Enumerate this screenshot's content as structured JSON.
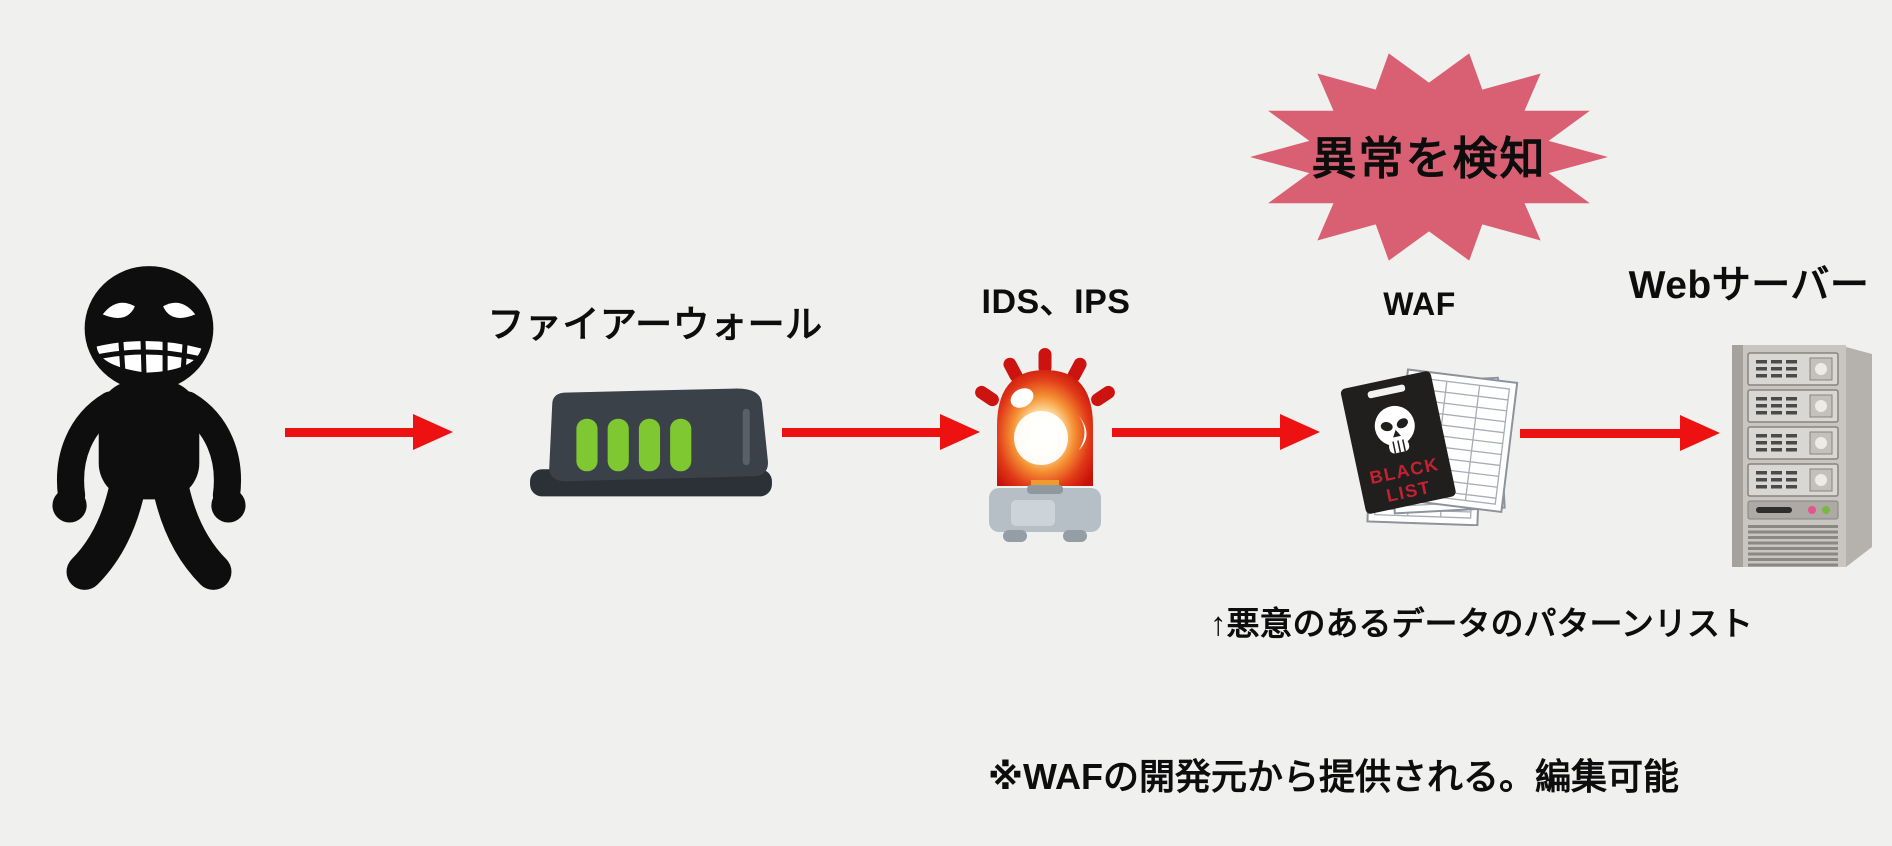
{
  "diagram": {
    "attacker": {
      "description": "attacker-silhouette"
    },
    "firewall": {
      "label": "ファイアーウォール"
    },
    "ids_ips": {
      "label": "IDS、IPS"
    },
    "waf": {
      "label": "WAF",
      "blacklist": {
        "line1": "BLACK",
        "line2": "LIST"
      }
    },
    "web_server": {
      "label": "Webサーバー"
    },
    "alert_burst": {
      "text": "異常を検知"
    },
    "captions": {
      "pattern_list": "↑悪意のあるデータのパターンリスト",
      "note": "※WAFの開発元から提供される。編集可能"
    },
    "colors": {
      "arrow": "#ee1111",
      "burst": "#d95f73",
      "background": "#f0f0ee"
    }
  }
}
